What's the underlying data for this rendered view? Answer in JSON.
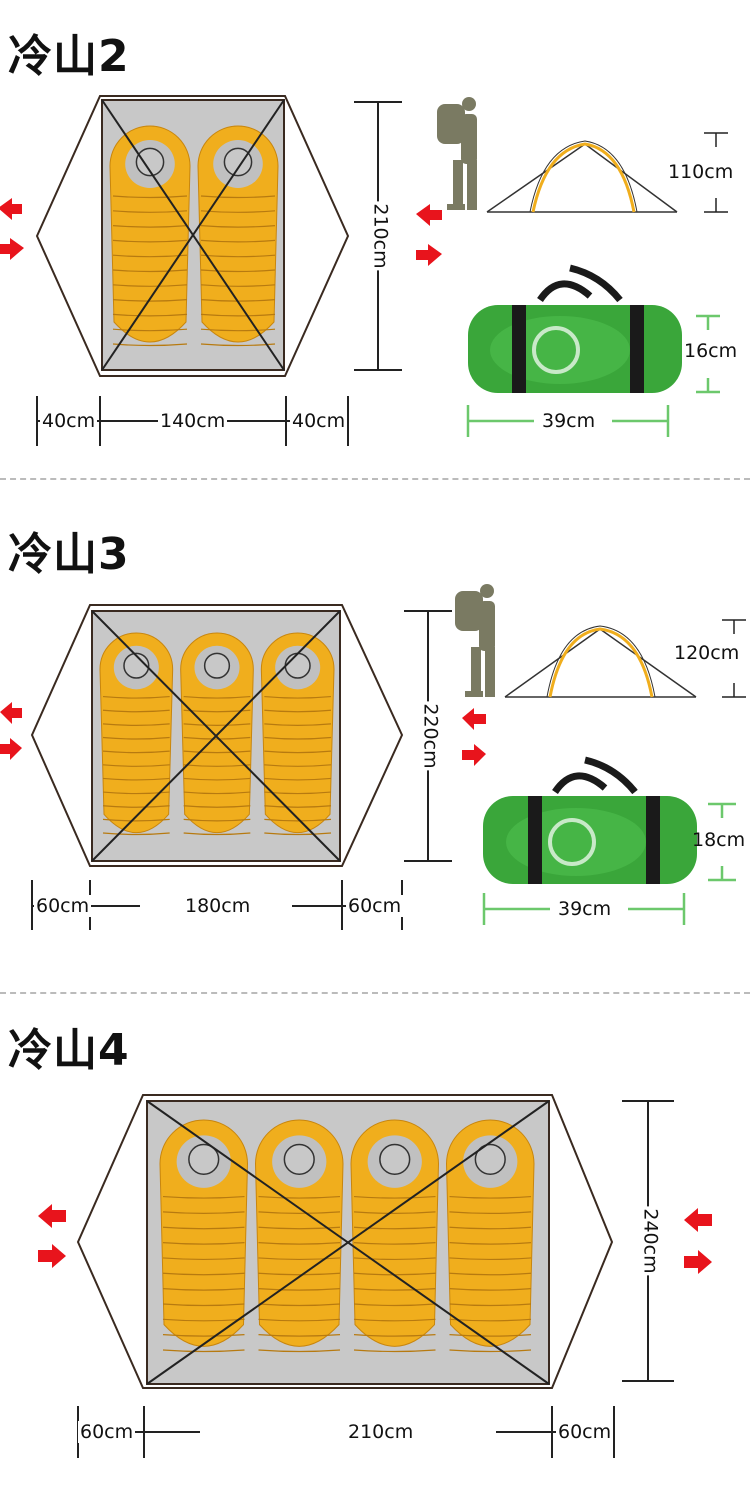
{
  "sections": [
    {
      "title": "冷山2",
      "width_left": "40cm",
      "width_mid": "140cm",
      "width_right": "40cm",
      "length": "210cm",
      "height": "110cm",
      "bag_height": "16cm",
      "bag_width": "39cm",
      "sleepers": 2
    },
    {
      "title": "冷山3",
      "width_left": "60cm",
      "width_mid": "180cm",
      "width_right": "60cm",
      "length": "220cm",
      "height": "120cm",
      "bag_height": "18cm",
      "bag_width": "39cm",
      "sleepers": 3
    },
    {
      "title": "冷山4",
      "width_left": "60cm",
      "width_mid": "210cm",
      "width_right": "60cm",
      "length": "240cm",
      "sleepers": 4
    }
  ],
  "colors": {
    "sleeping_bag": "#f0ae1d",
    "floor": "#c8c8c8",
    "arrow": "#e8141c",
    "bag": "#3aa63a",
    "dimension_green": "#6cc86c",
    "outline": "#3a2a20"
  }
}
